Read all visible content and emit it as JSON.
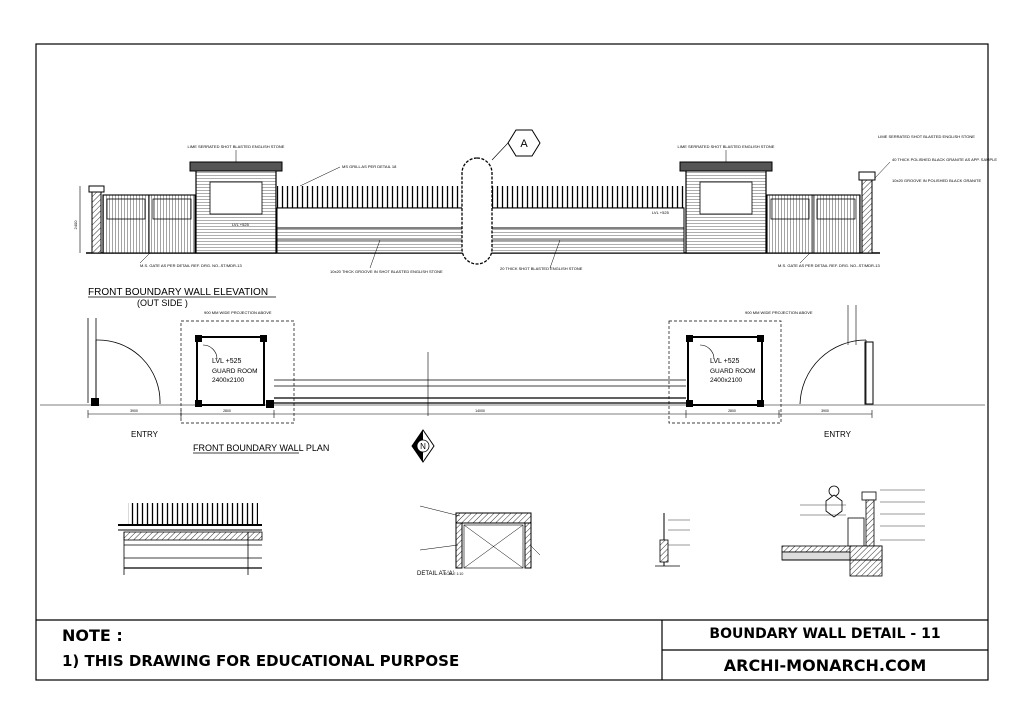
{
  "elevation": {
    "callout": "A",
    "title": "FRONT BOUNDARY WALL ELEVATION",
    "subtitle": "(OUT SIDE )",
    "annotations": {
      "stone_left": "LIME SERRATED SHOT BLASTED ENGLISH STONE",
      "stone_right": "LIME SERRATED SHOT BLASTED ENGLISH STONE",
      "stone_far_right": "LIME SERRATED SHOT BLASTED ENGLISH STONE",
      "grill": "MS GRILL AS PER DETAIL 18",
      "polished_black": "40 THICK POLISHED BLACK GRANITE AS APP. SAMPLE",
      "groove_far_right": "10x20 GROOVE IN POLISHED BLACK GRANITE",
      "gate_left": "M.S. GATE AS PER DETAIL REF. DRG. NO.-ST/MDR-13",
      "gate_right": "M.S. GATE AS PER DETAIL REF. DRG. NO.-ST/MDR-13",
      "groove_bottom": "10x20 THICK GROOVE IN SHOT BLASTED ENGLISH STONE",
      "stone_bottom": "20 THICK SHOT BLASTED ENGLISH STONE",
      "lvl_left": "LVL +525",
      "lvl_right": "LVL +525",
      "dim_height": "2400"
    }
  },
  "plan": {
    "title": "FRONT BOUNDARY WALL PLAN",
    "entry_left": "ENTRY",
    "entry_right": "ENTRY",
    "projection_left": "900 MM WIDE PROJECTION ABOVE",
    "projection_right": "900 MM WIDE PROJECTION ABOVE",
    "guard_left": {
      "level": "LVL +525",
      "name": "GUARD ROOM",
      "size": "2400x2100"
    },
    "guard_right": {
      "level": "LVL +525",
      "name": "GUARD ROOM",
      "size": "2400x2100"
    },
    "north": "N",
    "dims": [
      "3900",
      "2800",
      "14000",
      "2800",
      "3900"
    ]
  },
  "details": {
    "detail_title": "DETAIL AT 'A'",
    "detail_scale": "SCALE 1:10"
  },
  "titleblock": {
    "note_heading": "NOTE :",
    "note_line": "1) THIS DRAWING FOR EDUCATIONAL PURPOSE",
    "title": "BOUNDARY WALL DETAIL - 11",
    "website": "ARCHI-MONARCH.COM"
  },
  "colors": {
    "ink": "#000000",
    "paper": "#ffffff"
  }
}
